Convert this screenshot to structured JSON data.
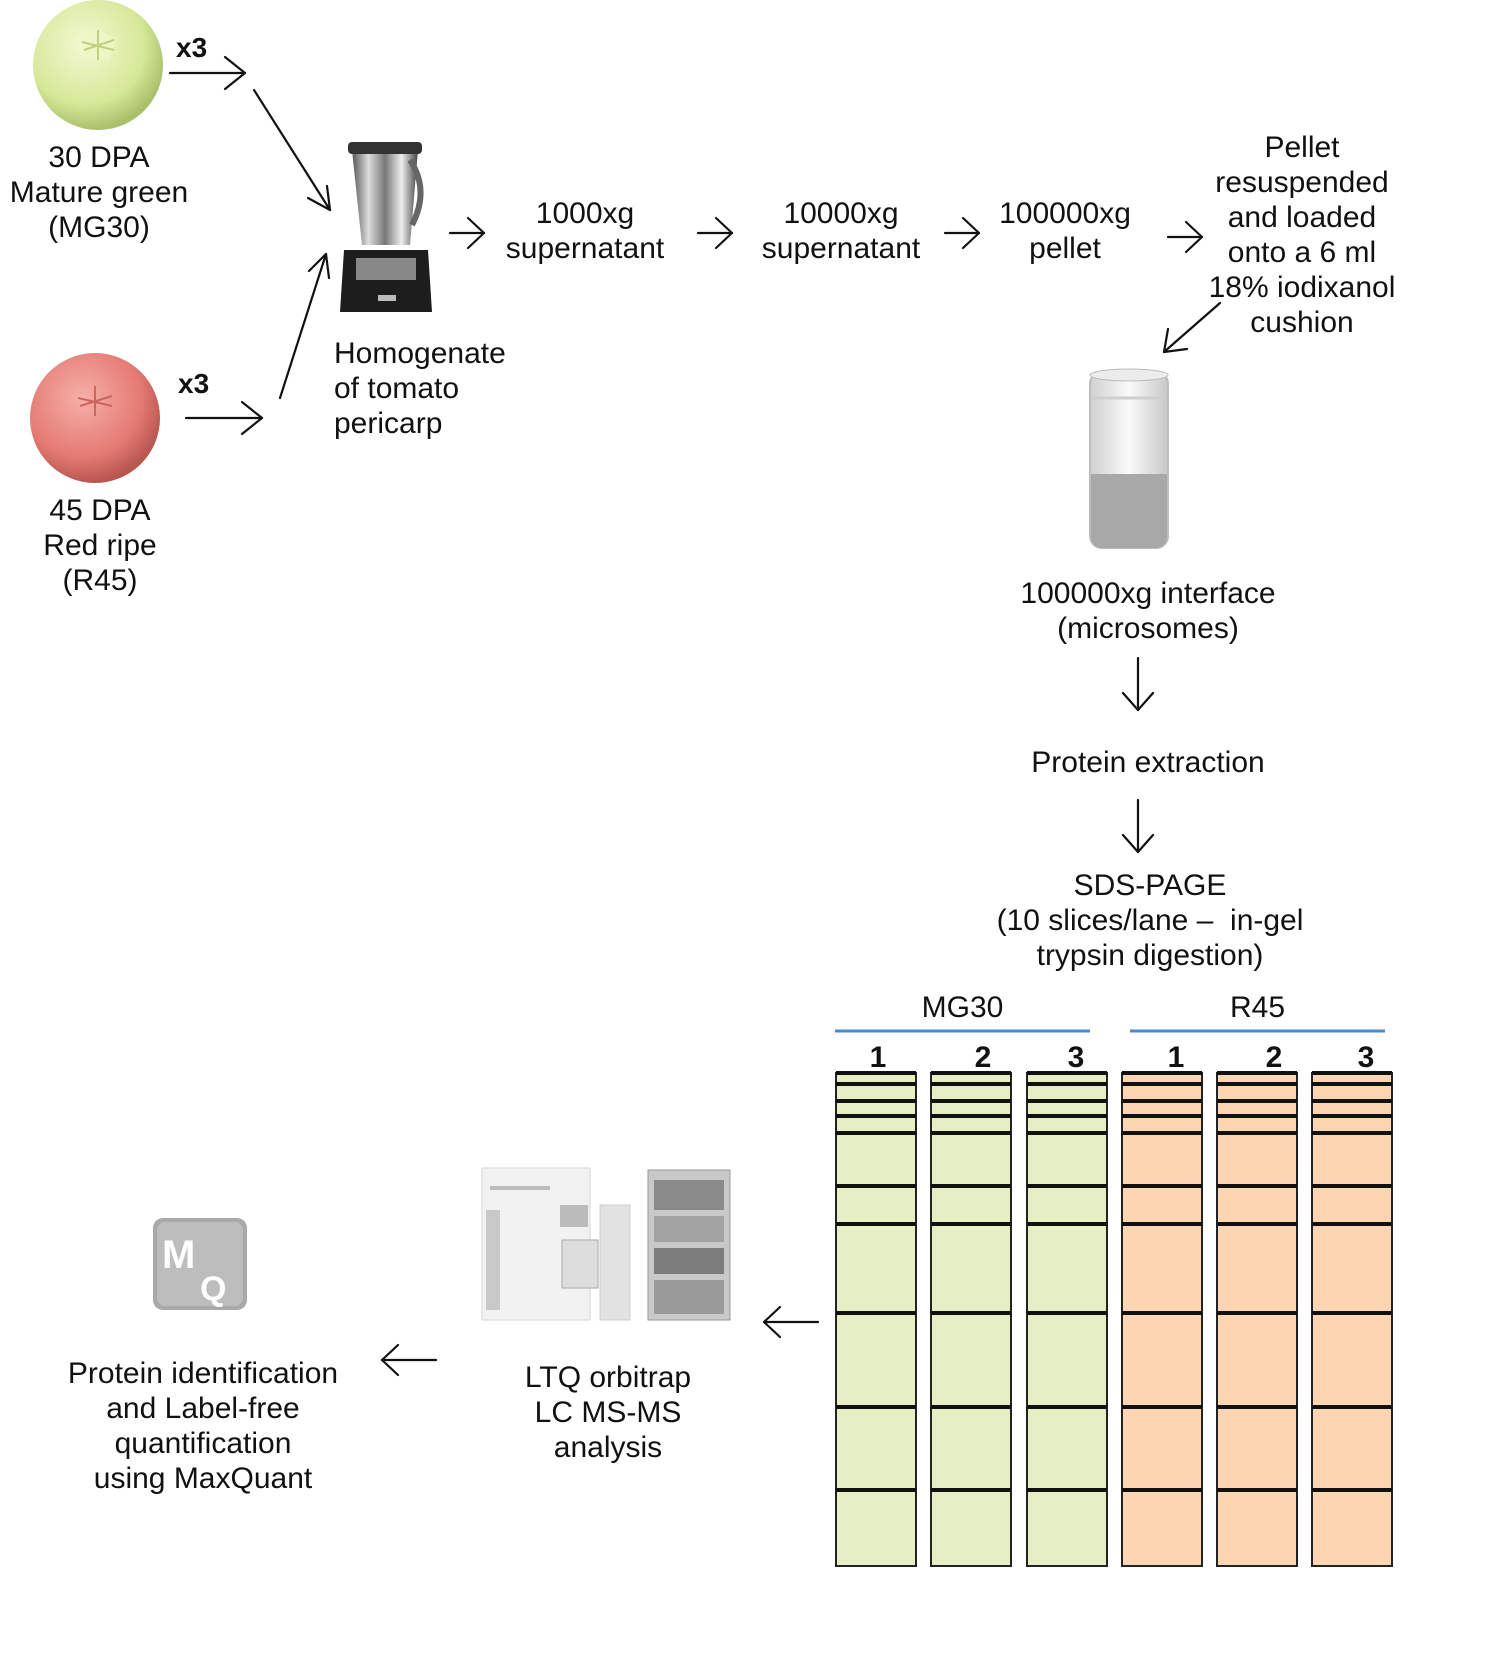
{
  "fruits": {
    "mg": {
      "lines": [
        "30 DPA",
        "Mature green",
        "(MG30)"
      ],
      "multiplier": "x3",
      "color": "#d9ea9e"
    },
    "rr": {
      "lines": [
        "45 DPA",
        "Red ripe",
        "(R45)"
      ],
      "multiplier": "x3",
      "color": "#e9807a"
    }
  },
  "homogenate": {
    "lines": [
      "Homogenate",
      "of tomato",
      "pericarp"
    ]
  },
  "steps": [
    {
      "lines": [
        "1000xg",
        "supernatant"
      ]
    },
    {
      "lines": [
        "10000xg",
        "supernatant"
      ]
    },
    {
      "lines": [
        "100000xg",
        "pellet"
      ]
    },
    {
      "lines": [
        "Pellet",
        "resuspended",
        "and loaded",
        "onto a 6 ml",
        "18% iodixanol",
        "cushion"
      ]
    }
  ],
  "interface": {
    "lines": [
      "100000xg interface",
      "(microsomes)"
    ]
  },
  "protein_extraction": {
    "lines": [
      "Protein extraction"
    ]
  },
  "sds_page": {
    "lines": [
      "SDS-PAGE",
      "(10 slices/lane –  in-gel",
      "trypsin digestion)"
    ]
  },
  "gel": {
    "groups": [
      {
        "label": "MG30",
        "lanes": [
          "1",
          "2",
          "3"
        ],
        "color": "#e6efc4"
      },
      {
        "label": "R45",
        "lanes": [
          "1",
          "2",
          "3"
        ],
        "color": "#fcd6b3"
      }
    ],
    "group_line_color": "#4a8ad4",
    "slices_per_lane": 10
  },
  "ms": {
    "lines": [
      "LTQ orbitrap",
      "LC MS-MS",
      "analysis"
    ]
  },
  "mq": {
    "logo_text": "MQ",
    "lines": [
      "Protein identification",
      "and Label-free",
      "quantification",
      "using MaxQuant"
    ]
  }
}
